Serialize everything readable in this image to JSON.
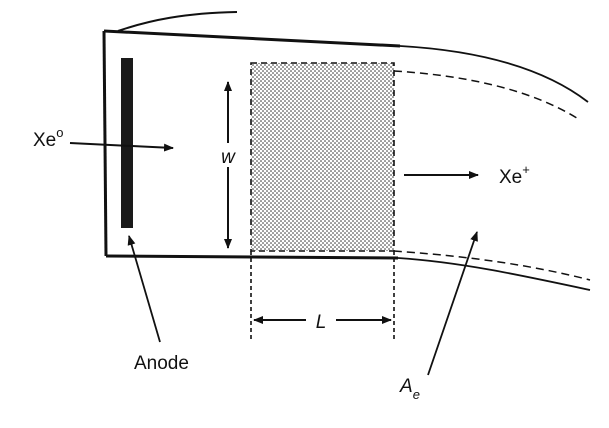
{
  "diagram": {
    "labels": {
      "neutral_in": "Xe",
      "neutral_in_sup": "o",
      "ion_out": "Xe",
      "ion_out_sup": "+",
      "width": "w",
      "length": "L",
      "anode": "Anode",
      "exit_area": "A",
      "exit_area_sub": "e"
    }
  }
}
